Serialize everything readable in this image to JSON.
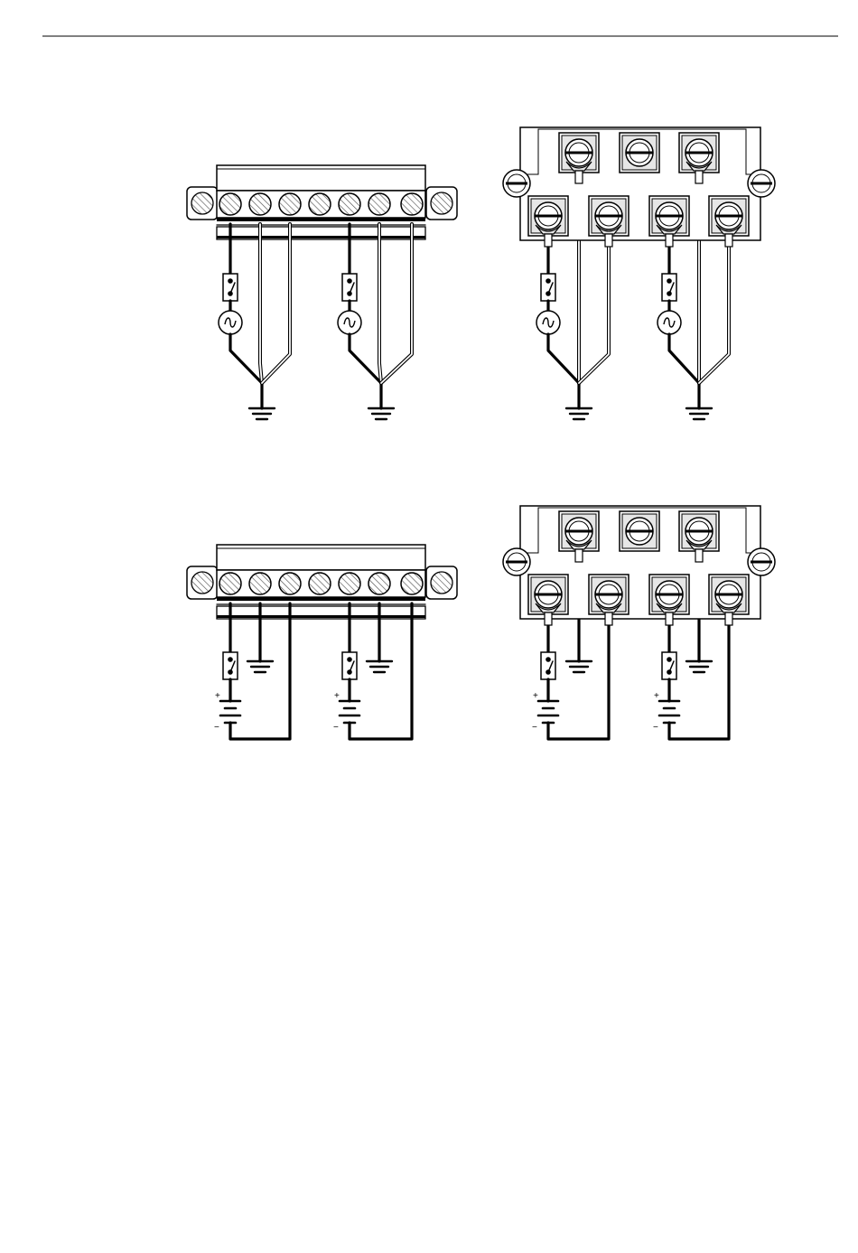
{
  "colors": {
    "line": "#000000",
    "paper": "#ffffff",
    "term_fill": "#e6e6e6",
    "hatch": "#555555"
  },
  "diagrams": [
    {
      "name": "ac-source-terminal-strip",
      "source": "ac",
      "block": "strip"
    },
    {
      "name": "ac-source-screw-block",
      "source": "ac",
      "block": "screw"
    },
    {
      "name": "dc-source-terminal-strip",
      "source": "dc",
      "block": "strip"
    },
    {
      "name": "dc-source-screw-block",
      "source": "dc",
      "block": "screw"
    }
  ],
  "polarity": {
    "plus": "+",
    "minus": "−"
  },
  "icons": [
    "ac-source-icon",
    "battery-icon",
    "switch-icon",
    "ground-icon",
    "terminal-screw-icon",
    "mounting-screw-icon"
  ]
}
